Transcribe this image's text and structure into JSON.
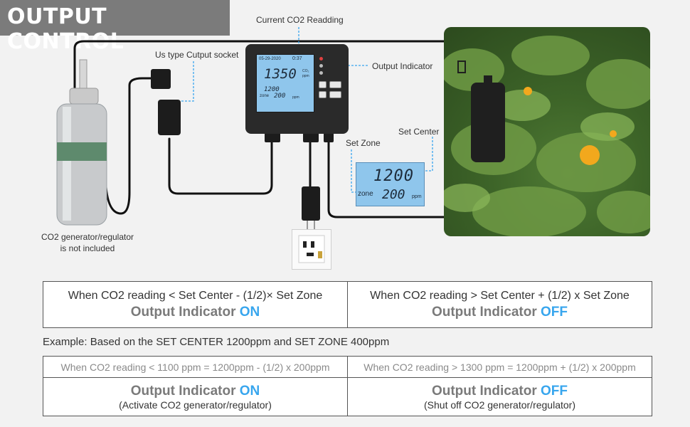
{
  "title": "OUTPUT CONTROL",
  "callouts": {
    "current_reading": "Current CO2 Readding",
    "socket": "Us type Cutput socket",
    "output_indicator": "Output Indicator",
    "set_center": "Set Center",
    "set_zone": "Set Zone"
  },
  "generator_caption": {
    "line1": "CO2 generator/regulator",
    "line2": "is not included"
  },
  "controller_screen": {
    "date": "05-29-2020",
    "time": "0:37",
    "reading": "1350",
    "co2_unit_line1": "CO₂",
    "co2_unit_line2": "ppm",
    "set_center": "1200",
    "zone_label": "zone",
    "zone_value": "200",
    "ppm": "ppm"
  },
  "lcd_zoom": {
    "center": "1200",
    "zone_label": "zone",
    "zone_value": "200",
    "unit": "ppm"
  },
  "conditions": {
    "on": {
      "condition": "When CO2 reading < Set Center - (1/2)× Set Zone",
      "label": "Output Indicator ",
      "state": "ON"
    },
    "off": {
      "condition": "When CO2 reading > Set Center + (1/2) x Set Zone",
      "label": "Output Indicator ",
      "state": "OFF"
    }
  },
  "example": {
    "text": "Example: Based on the SET CENTER 1200ppm and SET ZONE 400ppm",
    "on": {
      "formula": "When CO2 reading < 1100 ppm = 1200ppm - (1/2) x 200ppm",
      "label": "Output Indicator ",
      "state": "ON",
      "note": "(Activate CO2 generator/regulator)"
    },
    "off": {
      "formula": "When CO2 reading > 1300 ppm = 1200ppm + (1/2) x 200ppm",
      "label": "Output Indicator ",
      "state": "OFF",
      "note": "(Shut off CO2 generator/regulator)"
    }
  },
  "colors": {
    "title_bg": "#7b7b7b",
    "state_accent": "#38a6ee",
    "lcd": "#8fc6ec",
    "controller": "#2a2a2a"
  }
}
